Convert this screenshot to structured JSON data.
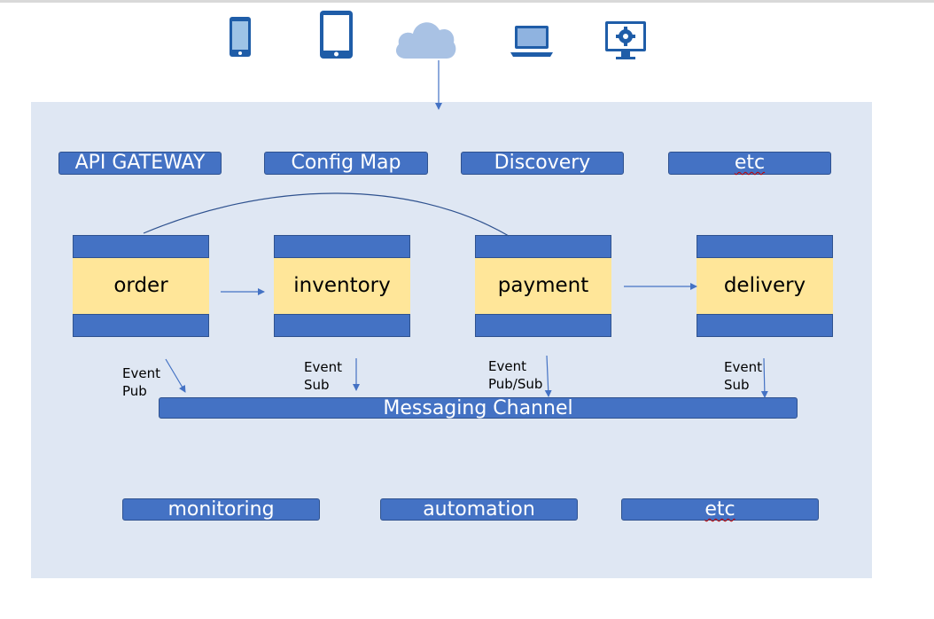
{
  "clients": {
    "icons": [
      "smartphone-icon",
      "tablet-icon",
      "cloud-icon",
      "laptop-icon",
      "monitor-settings-icon"
    ],
    "color": "#1f5da8",
    "cloud_color": "#a9c2e4"
  },
  "infra": {
    "api_gateway": "API GATEWAY",
    "config_map": "Config Map",
    "discovery": "Discovery",
    "etc": "etc"
  },
  "services": {
    "order": "order",
    "inventory": "inventory",
    "payment": "payment",
    "delivery": "delivery"
  },
  "events": {
    "order": "Event\nPub",
    "inventory": "Event\nSub",
    "payment": "Event\nPub/Sub",
    "delivery": "Event\nSub"
  },
  "messaging_channel": "Messaging Channel",
  "ops": {
    "monitoring": "monitoring",
    "automation": "automation",
    "etc": "etc"
  },
  "colors": {
    "panel": "#dfe7f3",
    "block": "#4472c4",
    "service_body": "#ffe699",
    "arrow": "#4472c4"
  }
}
